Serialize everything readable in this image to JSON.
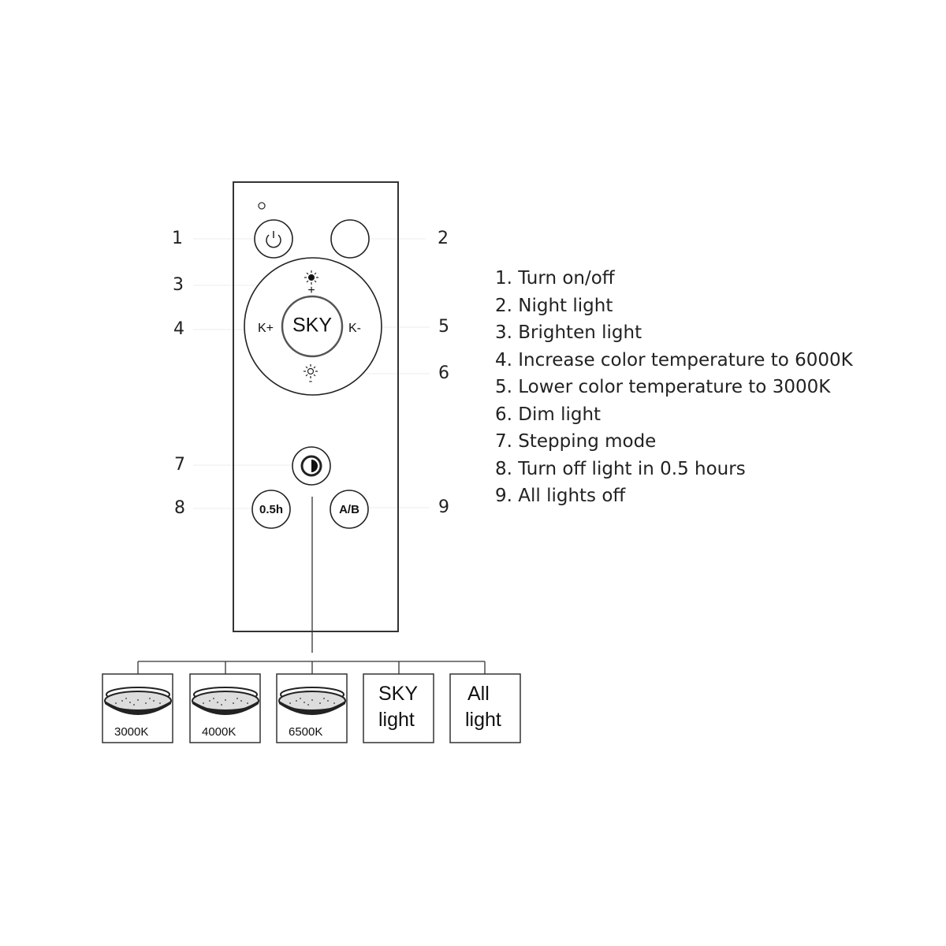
{
  "remote": {
    "sky_label": "SKY",
    "kplus_label": "K+",
    "kminus_label": "K-",
    "plus_label": "+",
    "minus_label": "-",
    "half_hour_label": "0.5h",
    "ab_label": "A/B"
  },
  "callouts": [
    "1",
    "2",
    "3",
    "4",
    "5",
    "6",
    "7",
    "8",
    "9"
  ],
  "legend": [
    "1. Turn on/off",
    "2. Night light",
    "3. Brighten light",
    "4. Increase color temperature to 6000K",
    "5. Lower color temperature to 3000K",
    "6. Dim light",
    "7. Stepping mode",
    "8. Turn off light in 0.5 hours",
    "9. All lights off"
  ],
  "modes": [
    {
      "label": "3000K",
      "icon": "ceiling-lamp-icon"
    },
    {
      "label": "4000K",
      "icon": "ceiling-lamp-icon"
    },
    {
      "label": "6500K",
      "icon": "ceiling-lamp-icon"
    },
    {
      "line1": "SKY",
      "line2": "light"
    },
    {
      "line1": "All",
      "line2": "light"
    }
  ]
}
